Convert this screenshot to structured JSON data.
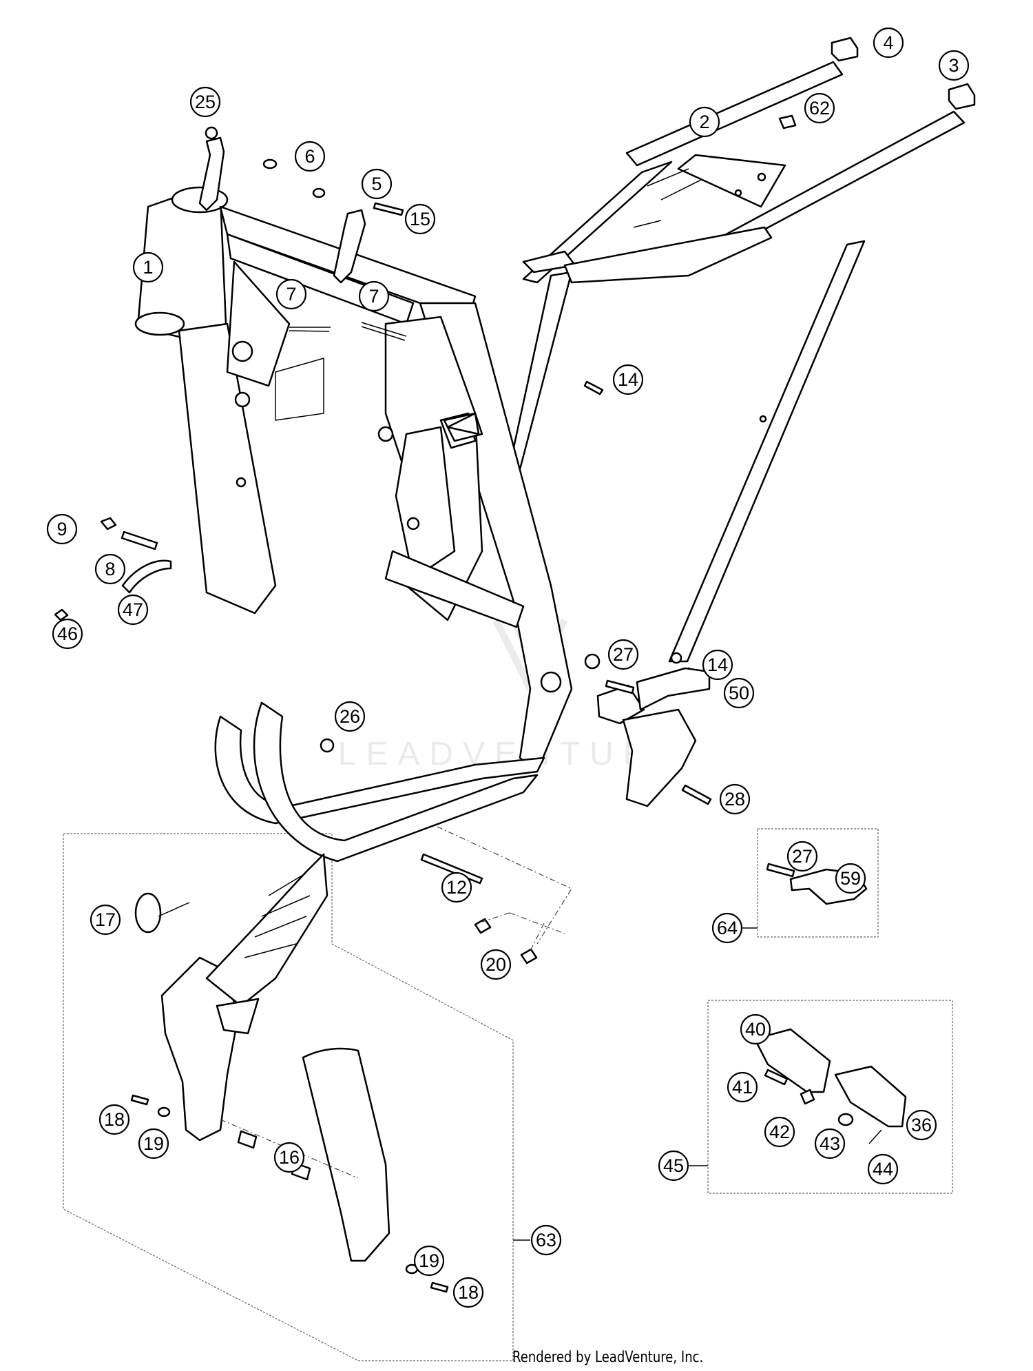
{
  "callouts": [
    "1",
    "2",
    "3",
    "4",
    "5",
    "6",
    "7",
    "7",
    "8",
    "9",
    "12",
    "14",
    "14",
    "15",
    "16",
    "17",
    "18",
    "18",
    "19",
    "19",
    "20",
    "25",
    "26",
    "27",
    "27",
    "28",
    "36",
    "40",
    "41",
    "42",
    "43",
    "44",
    "45",
    "46",
    "47",
    "50",
    "59",
    "62",
    "63",
    "64"
  ],
  "credit": "Rendered by LeadVenture, Inc.",
  "watermark": "LEADVENTURE"
}
